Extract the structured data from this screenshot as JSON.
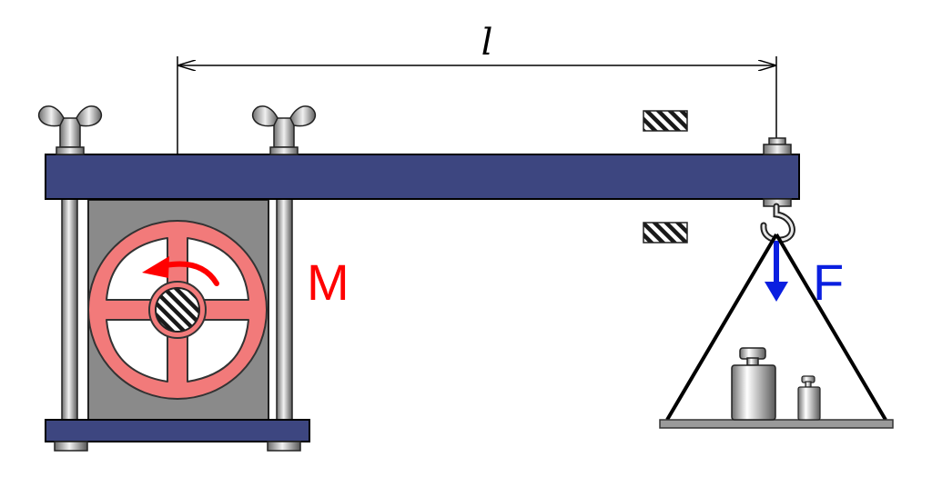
{
  "labels": {
    "length": "l",
    "moment": "M",
    "force": "F"
  },
  "colors": {
    "beam": "#3d4680",
    "wheel": "#f27a7a",
    "moment_arrow": "#ff0000",
    "force_arrow": "#0a1fe0",
    "clamp_body": "#8a8a8a",
    "outline": "#000000"
  },
  "icons": {
    "wing_nut": "wing-nut-icon",
    "hatched_section": "hatched-section-icon",
    "hook": "hook-icon",
    "weight": "weight-icon"
  }
}
